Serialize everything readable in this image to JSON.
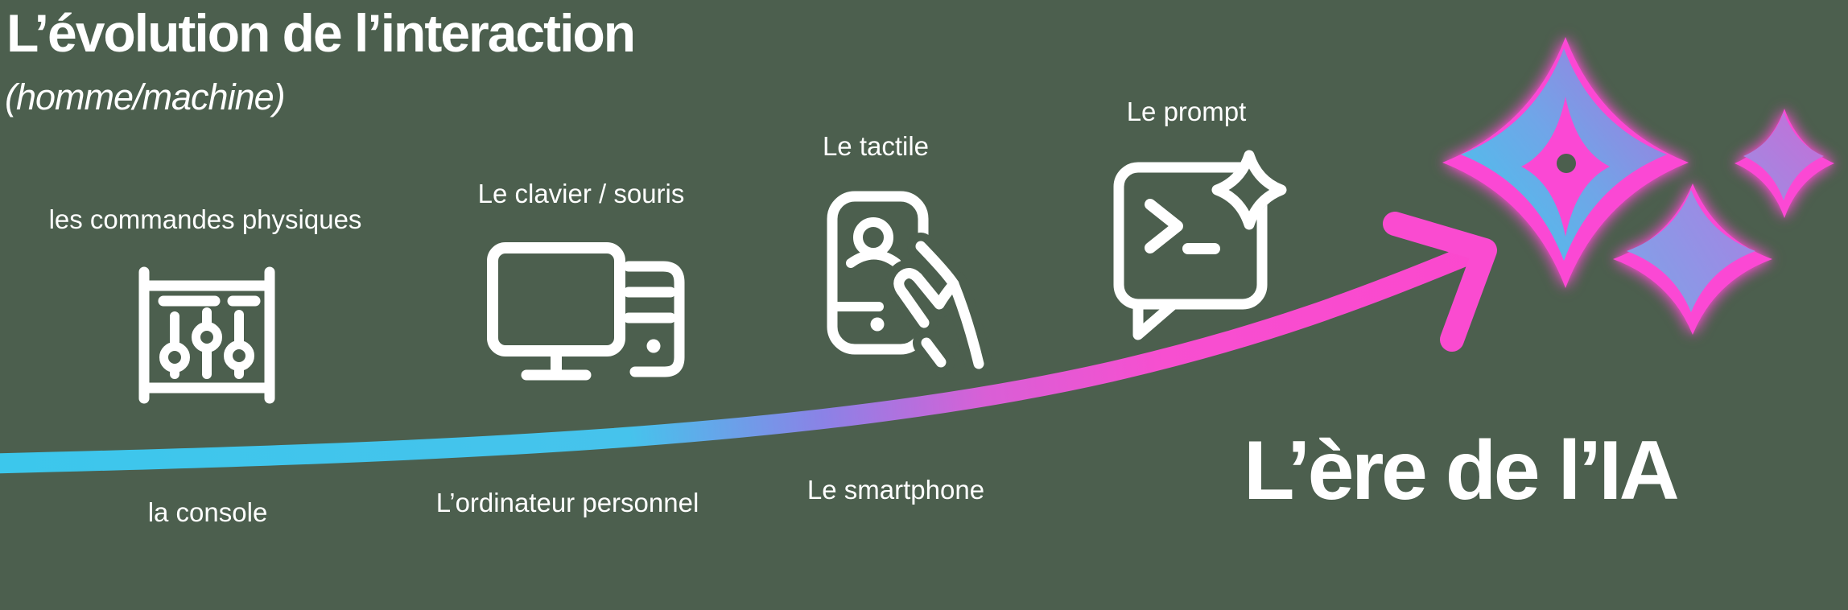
{
  "title": {
    "main": "L’évolution de l’interaction",
    "subtitle": "(homme/machine)"
  },
  "stages": [
    {
      "id": "commandes-physiques",
      "top_label": "les commandes physiques",
      "bottom_label": "la console",
      "icon": "control-panel-icon"
    },
    {
      "id": "clavier-souris",
      "top_label": "Le clavier / souris",
      "bottom_label": "L’ordinateur personnel",
      "icon": "desktop-computer-icon"
    },
    {
      "id": "tactile",
      "top_label": "Le tactile",
      "bottom_label": "Le smartphone",
      "icon": "smartphone-touch-icon"
    },
    {
      "id": "prompt",
      "top_label": "Le prompt",
      "icon": "prompt-chat-icon"
    }
  ],
  "era_label": "L’ère de l’IA",
  "colors": {
    "background": "#4C5F4E",
    "icon_white": "#FFFFFF",
    "arrow_cyan": "#3CC7EC",
    "arrow_purple": "#8B82E6",
    "arrow_pink": "#FA4BD0",
    "star_pink": "#FB48D4",
    "star_fill_cyan": "#46C5EC",
    "star_fill_purple": "#A478DE"
  }
}
